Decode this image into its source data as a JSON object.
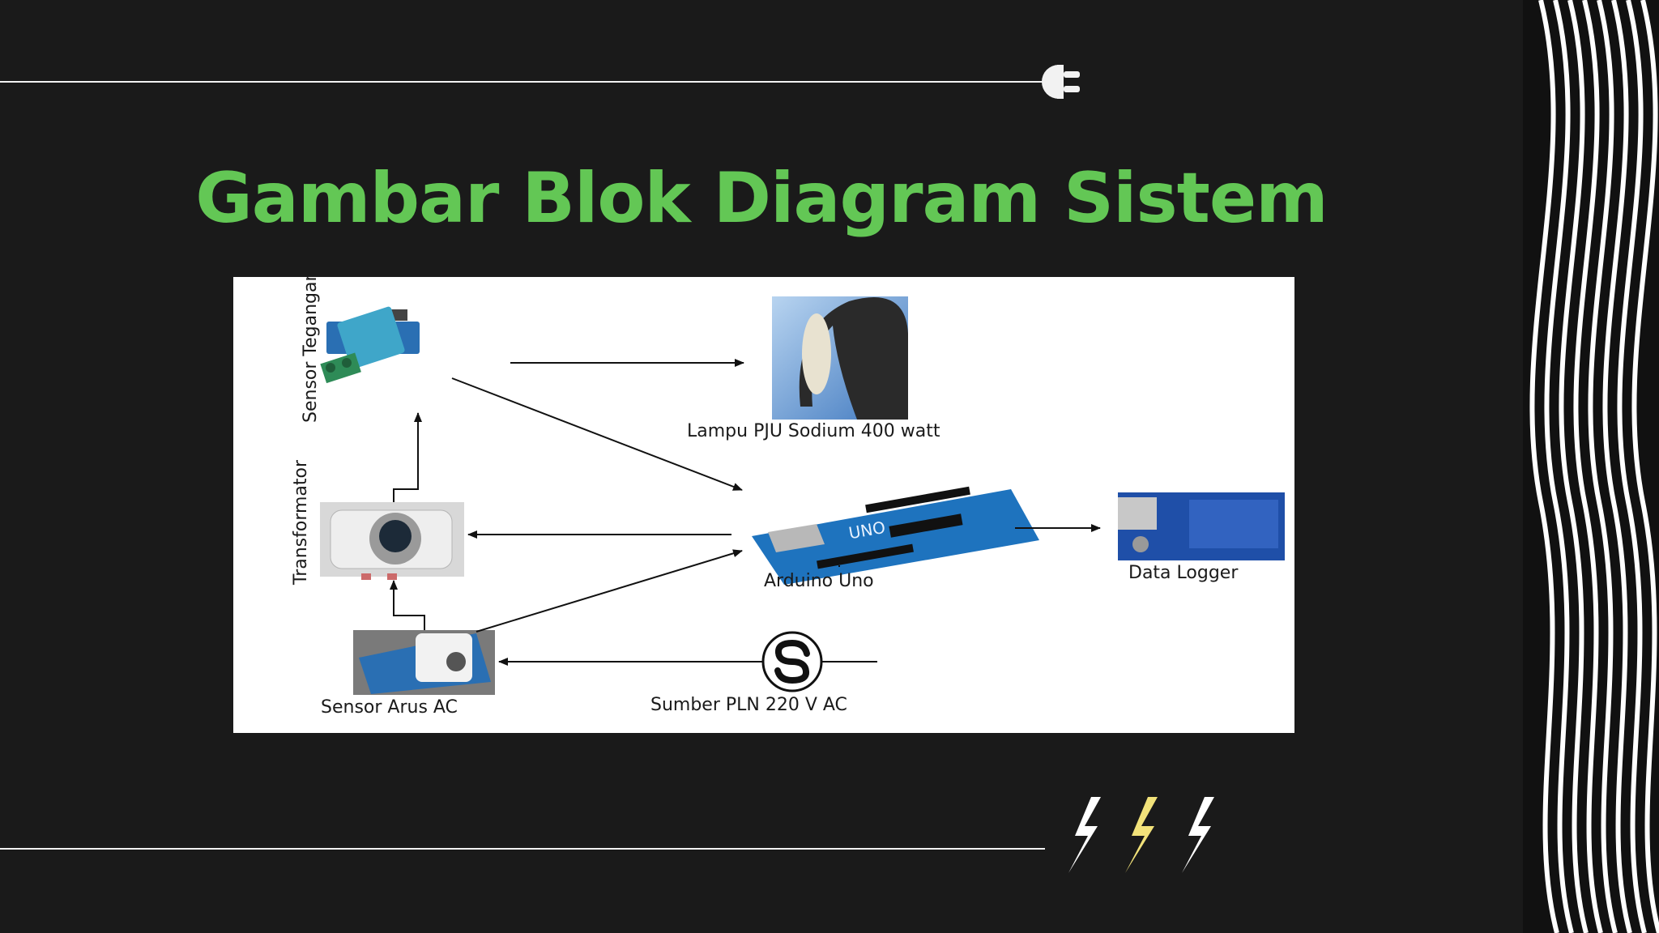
{
  "slide": {
    "title": "Gambar Blok Diagram Sistem"
  },
  "diagram": {
    "labels": {
      "sensor_tegangan": "Sensor Tegangan AC",
      "lampu": "Lampu PJU Sodium 400 watt",
      "transformator": "Transformator",
      "arduino": "Arduino Uno",
      "data_logger": "Data Logger",
      "sensor_arus": "Sensor Arus AC",
      "sumber": "Sumber PLN 220 V AC"
    }
  },
  "decor": {
    "icons": [
      "plug-icon",
      "lightning-bolt-icon"
    ],
    "colors": {
      "background": "#1a1a1a",
      "title": "#63c755",
      "bolt_accent": "#f2e27a",
      "stripes": "#ffffff"
    }
  }
}
